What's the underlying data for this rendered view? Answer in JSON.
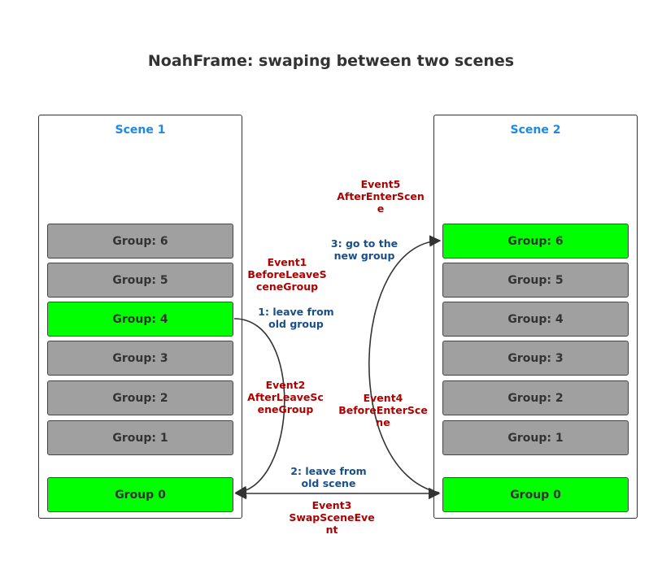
{
  "title": "NoahFrame: swaping between two scenes",
  "colors": {
    "active": "#00ff00",
    "inactive": "#a0a0a0",
    "scene_label": "#1e88e5",
    "event": "#b00000",
    "step": "#1a4f8a"
  },
  "scene1": {
    "label": "Scene 1",
    "groups": [
      {
        "label": "Group: 6",
        "active": false
      },
      {
        "label": "Group: 5",
        "active": false
      },
      {
        "label": "Group: 4",
        "active": true
      },
      {
        "label": "Group: 3",
        "active": false
      },
      {
        "label": "Group: 2",
        "active": false
      },
      {
        "label": "Group: 1",
        "active": false
      }
    ],
    "group0": {
      "label": "Group 0",
      "active": true
    }
  },
  "scene2": {
    "label": "Scene 2",
    "groups": [
      {
        "label": "Group: 6",
        "active": true
      },
      {
        "label": "Group: 5",
        "active": false
      },
      {
        "label": "Group: 4",
        "active": false
      },
      {
        "label": "Group: 3",
        "active": false
      },
      {
        "label": "Group: 2",
        "active": false
      },
      {
        "label": "Group: 1",
        "active": false
      }
    ],
    "group0": {
      "label": "Group 0",
      "active": true
    }
  },
  "events": {
    "event1": [
      "Event1",
      "BeforeLeaveS",
      "ceneGroup"
    ],
    "event2": [
      "Event2",
      "AfterLeaveSc",
      "eneGroup"
    ],
    "event3": [
      "Event3",
      "SwapSceneEve",
      "nt"
    ],
    "event4": [
      "Event4",
      "BeforeEnterSce",
      "ne"
    ],
    "event5": [
      "Event5",
      "AfterEnterScen",
      "e"
    ]
  },
  "steps": {
    "step1": [
      "1: leave from",
      "old group"
    ],
    "step2": [
      "2: leave from",
      "old scene"
    ],
    "step3": [
      "3: go to the",
      "new group"
    ]
  }
}
